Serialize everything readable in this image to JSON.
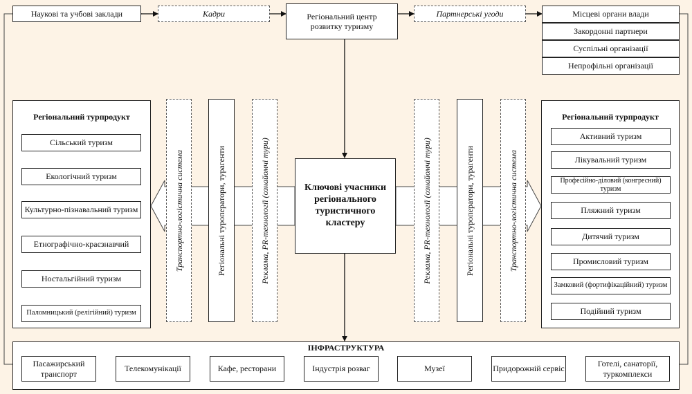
{
  "top": {
    "educational": "Наукові та учбові заклади",
    "staff": "Кадри",
    "center": "Регіональний центр розвитку туризму",
    "agreements": "Партнерські угоди",
    "partners": [
      "Місцеві органи влади",
      "Закордонні партнери",
      "Суспільні організації",
      "Непрофільні організації"
    ]
  },
  "left_panel": {
    "title": "Регіональний турпродукт",
    "items": [
      "Сільський туризм",
      "Екологічний туризм",
      "Культурно-пізнавальний туризм",
      "Етнографічно-краєзнавчий",
      "Ностальгійний туризм",
      "Паломницький (релігійний) туризм"
    ]
  },
  "right_panel": {
    "title": "Регіональний турпродукт",
    "items": [
      "Активний туризм",
      "Лікувальний туризм",
      "Професійно-діловий (конгресний) туризм",
      "Пляжний туризм",
      "Дитячий туризм",
      "Промисловий туризм",
      "Замковий (фортифікаційний) туризм",
      "Подійний туризм"
    ]
  },
  "columns": {
    "transport": "Транспортно-логістична система",
    "operators": "Регіональні туроператори, турагенти",
    "advert": "Реклама, PR-технології (ознайомчі тури)"
  },
  "core": "Ключові учасники регіонального туристичного кластеру",
  "infrastructure": {
    "title": "ІНФРАСТРУКТУРА",
    "items": [
      "Пасажирський транспорт",
      "Телекомунікації",
      "Кафе, ресторани",
      "Індустрія розваг",
      "Музеї",
      "Придорожній сервіс",
      "Готелі, санаторії, туркомплекси"
    ]
  }
}
